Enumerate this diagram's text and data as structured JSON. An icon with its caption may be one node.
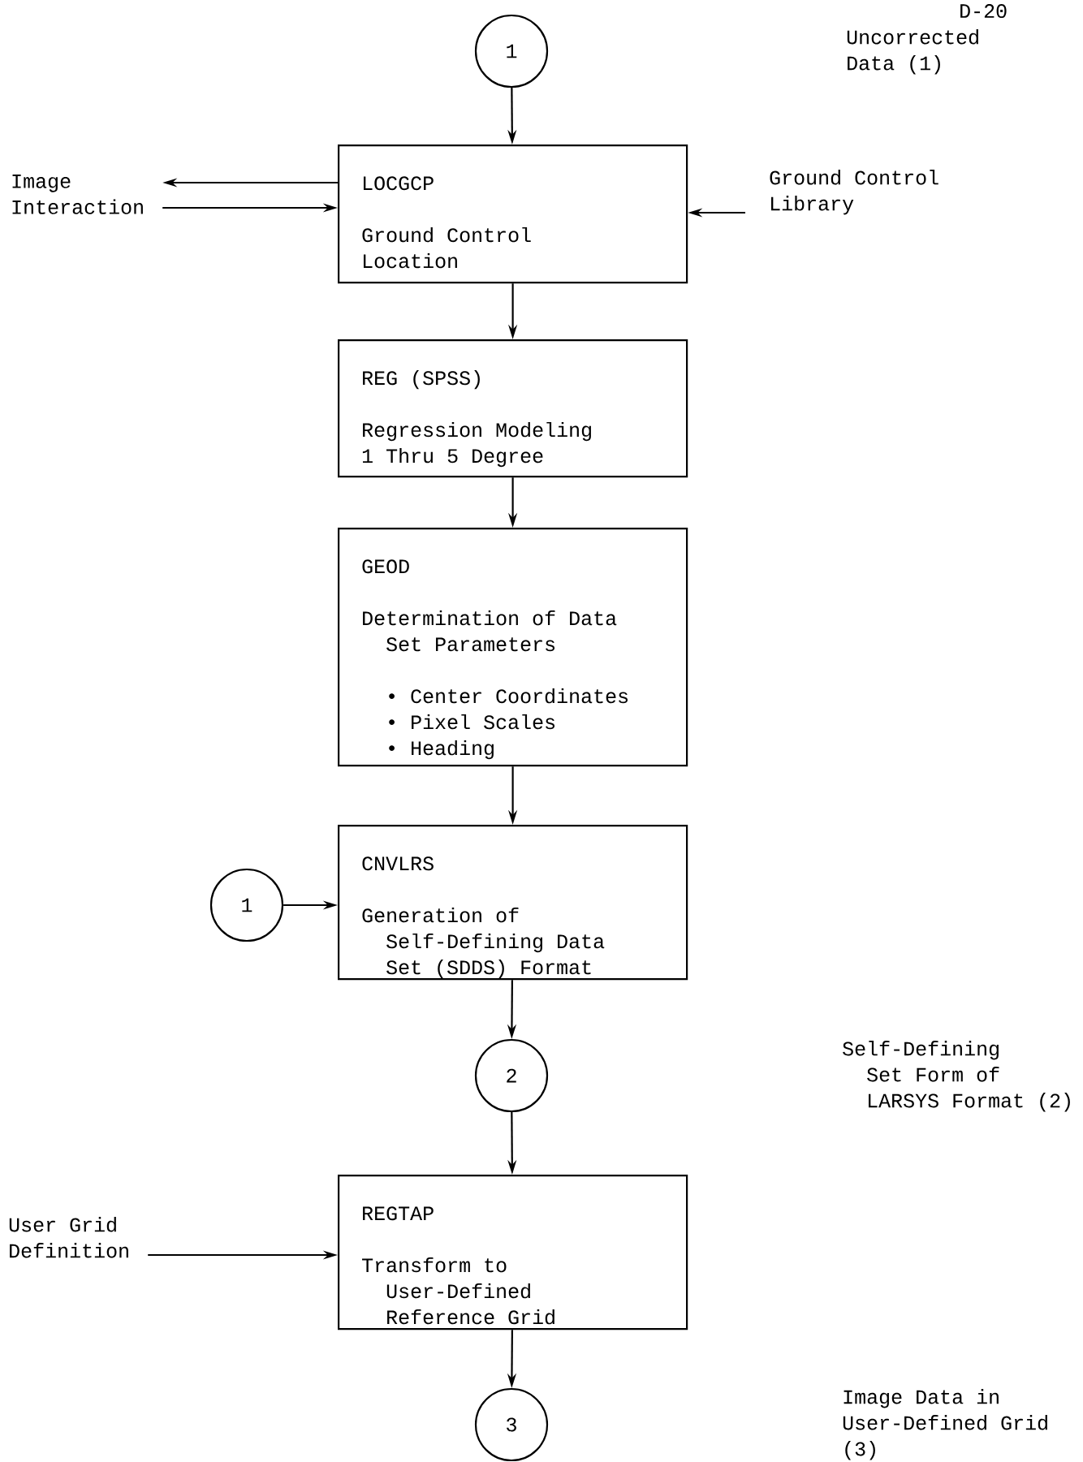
{
  "diagram": {
    "nodes": [
      {
        "text": [
          "1"
        ]
      },
      {
        "text": [
          "LOCGCP",
          "Ground Control Location"
        ]
      },
      {
        "text": [
          "REG (SPSS)",
          "Regression Modeling 1 Thru 5 Degree"
        ]
      },
      {
        "text": [
          "GEOD",
          "Determination of Data Set Parameters",
          "• Center Coordinates",
          "• Pixel Scales",
          "• Heading"
        ]
      },
      {
        "text": [
          "CNVLRS",
          "Generation of Self-Defining Data Set (SDDS) Format"
        ]
      },
      {
        "text": [
          "1"
        ]
      },
      {
        "text": [
          "2"
        ]
      },
      {
        "text": [
          "REGTAP",
          "Transform to User-Defined Reference Grid"
        ]
      },
      {
        "text": [
          "3"
        ]
      },
      {
        "text": [
          "Image Interaction"
        ]
      },
      {
        "text": [
          "Ground Control Library"
        ]
      },
      {
        "text": [
          "User Grid Definition"
        ]
      }
    ],
    "edges": [
      {
        "from": 0,
        "to": 1,
        "arrow": "to"
      },
      {
        "from": 1,
        "to": 9,
        "arrow": "to"
      },
      {
        "from": 9,
        "to": 1,
        "arrow": "to"
      },
      {
        "from": 10,
        "to": 1,
        "arrow": "to"
      },
      {
        "from": 1,
        "to": 2,
        "arrow": "to"
      },
      {
        "from": 2,
        "to": 3,
        "arrow": "to"
      },
      {
        "from": 3,
        "to": 4,
        "arrow": "to"
      },
      {
        "from": 5,
        "to": 4,
        "arrow": "to"
      },
      {
        "from": 4,
        "to": 6,
        "arrow": "to"
      },
      {
        "from": 6,
        "to": 7,
        "arrow": "to"
      },
      {
        "from": 11,
        "to": 7,
        "arrow": "to"
      },
      {
        "from": 7,
        "to": 8,
        "arrow": "to"
      }
    ],
    "labels": [
      "D-20",
      "Uncorrected Data (1)",
      "Self-Defining Set Form of LARSYS Format (2)",
      "Image Data in User-Defined Grid (3)"
    ]
  }
}
